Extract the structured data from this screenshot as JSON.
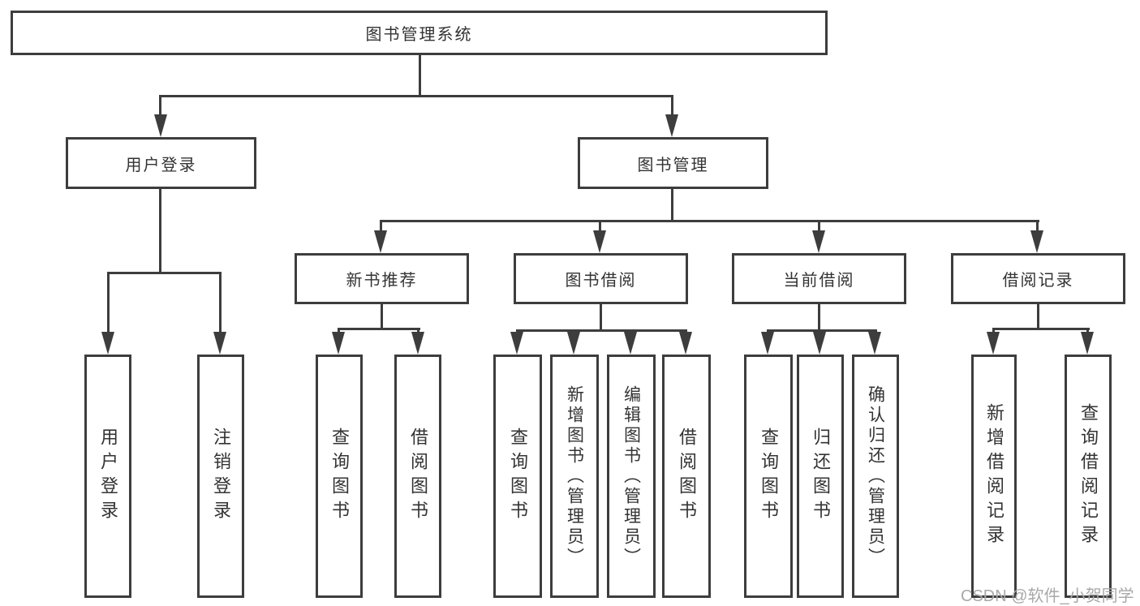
{
  "diagram": {
    "title": "图书管理系统",
    "type": "hierarchy-tree",
    "nodes": [
      {
        "label": "图书管理系统",
        "level": 1,
        "parent": null
      },
      {
        "label": "用户登录",
        "level": 2,
        "parent": 0
      },
      {
        "label": "图书管理",
        "level": 2,
        "parent": 0
      },
      {
        "label": "新书推荐",
        "level": 3,
        "parent": 2
      },
      {
        "label": "图书借阅",
        "level": 3,
        "parent": 2
      },
      {
        "label": "当前借阅",
        "level": 3,
        "parent": 2
      },
      {
        "label": "借阅记录",
        "level": 3,
        "parent": 2
      },
      {
        "label": "用户登录",
        "level": 4,
        "parent": 1
      },
      {
        "label": "注销登录",
        "level": 4,
        "parent": 1
      },
      {
        "label": "查询图书",
        "level": 4,
        "parent": 3
      },
      {
        "label": "借阅图书",
        "level": 4,
        "parent": 3
      },
      {
        "label": "查询图书",
        "level": 4,
        "parent": 4
      },
      {
        "label": "新增图书（管理员）",
        "level": 4,
        "parent": 4
      },
      {
        "label": "编辑图书（管理员）",
        "level": 4,
        "parent": 4
      },
      {
        "label": "借阅图书",
        "level": 4,
        "parent": 4
      },
      {
        "label": "查询图书",
        "level": 4,
        "parent": 5
      },
      {
        "label": "归还图书",
        "level": 4,
        "parent": 5
      },
      {
        "label": "确认归还（管理员）",
        "level": 4,
        "parent": 5
      },
      {
        "label": "新增借阅记录",
        "level": 4,
        "parent": 6
      },
      {
        "label": "查询借阅记录",
        "level": 4,
        "parent": 6
      }
    ]
  },
  "watermark": {
    "text": "CSDN @软件_小贺同学"
  },
  "colors": {
    "line": "#3d3d3d",
    "node_border": "#3d3d3d",
    "text": "#333333",
    "watermark": "#a8a8a8",
    "background": "#ffffff"
  }
}
